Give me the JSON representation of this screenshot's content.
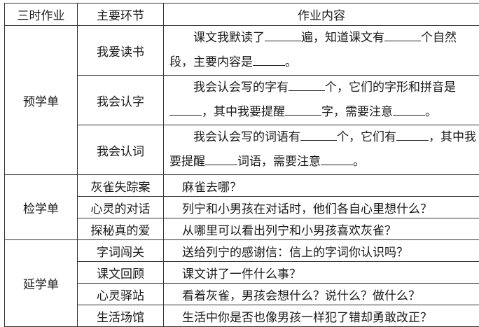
{
  "header": {
    "col1": "三时作业",
    "col2": "主要环节",
    "col3": "作业内容"
  },
  "sections": [
    {
      "stage": "预学单",
      "rows": [
        {
          "step": "我爱读书",
          "parts": [
            "课文我默读了",
            "遍，知道课文有",
            "个自然段，主要内容是",
            "。"
          ]
        },
        {
          "step": "我会认字",
          "parts": [
            "我会认会写的字有",
            "个，它们的字形和拼音是",
            "，其中我要提醒",
            "字，需要注意",
            "。"
          ]
        },
        {
          "step": "我会认词",
          "parts": [
            "我会认会写的词语有",
            "个，它们有",
            "，其中我要提醒",
            "词语，需要注意",
            "。"
          ]
        }
      ]
    },
    {
      "stage": "检学单",
      "rows": [
        {
          "step": "灰雀失踪案",
          "content": "麻雀去哪？"
        },
        {
          "step": "心灵的对话",
          "content": "列宁和小男孩在对话时，他们各自心里想什么？"
        },
        {
          "step": "探秘真的爱",
          "content": "从哪里可以看出列宁和小男孩喜欢灰雀？"
        }
      ]
    },
    {
      "stage": "延学单",
      "rows": [
        {
          "step": "字词闯关",
          "content": "送给列宁的感谢信：信上的字词你认识吗？"
        },
        {
          "step": "课文回顾",
          "content": "课文讲了一件什么事？"
        },
        {
          "step": "心灵驿站",
          "content": "看着灰雀，男孩会想什么？说什么？做什么？"
        },
        {
          "step": "生活场馆",
          "content": "生活中你是否也像男孩一样犯了错却勇敢改正？"
        }
      ]
    }
  ]
}
